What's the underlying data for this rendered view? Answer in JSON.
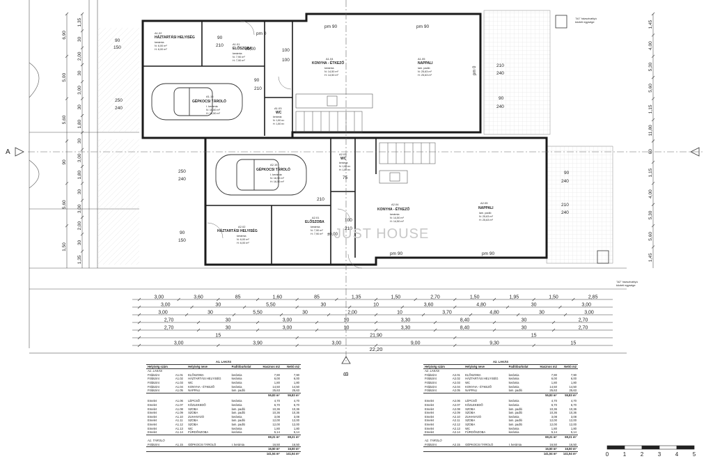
{
  "rooms": [
    {
      "id": "A1.01",
      "name": "ELŐSZOBA",
      "floor": "kerámia",
      "n": "N: 7,90 m²",
      "h": "H: 7,90 m²"
    },
    {
      "id": "A1.02",
      "name": "HÁZTARTÁSI HELYISÉG",
      "floor": "kerámia",
      "n": "N: 6,00 m²",
      "h": "H: 6,00 m²"
    },
    {
      "id": "A1.03",
      "name": "WC",
      "floor": "kerámia",
      "n": "N: 1,80 m²",
      "h": "H: 1,80 m²"
    },
    {
      "id": "A1.04",
      "name": "KONYHA - ÉTKEZŐ",
      "floor": "kerámia",
      "n": "N: 14,50 m²",
      "h": "H: 14,50 m²"
    },
    {
      "id": "A1.05",
      "name": "NAPPALI",
      "floor": "lam. padló",
      "n": "N: 25,63 m²",
      "h": "H: 25,63 m²"
    },
    {
      "id": "A1.15",
      "name": "GÉPKOCSI TÁROLÓ",
      "floor": "I. kerámia",
      "n": "N: 16,50 m²",
      "h": "H: 16,50 m²"
    },
    {
      "id": "A2.01",
      "name": "ELŐSZOBA",
      "floor": "kerámia",
      "n": "N: 7,90 m²",
      "h": "H: 7,90 m²"
    },
    {
      "id": "A2.02",
      "name": "HÁZTARTÁSI HELYISÉG",
      "floor": "kerámia",
      "n": "N: 6,00 m²",
      "h": "H: 6,00 m²"
    },
    {
      "id": "A2.03",
      "name": "WC",
      "floor": "kerámia",
      "n": "N: 1,80 m²",
      "h": "H: 1,80 m²"
    },
    {
      "id": "A2.04",
      "name": "KONYHA - ÉTKEZŐ",
      "floor": "kerámia",
      "n": "N: 14,50 m²",
      "h": "H: 14,50 m²"
    },
    {
      "id": "A2.05",
      "name": "NAPPALI",
      "floor": "lam. padló",
      "n": "N: 25,63 m²",
      "h": "H: 25,63 m²"
    },
    {
      "id": "A2.15",
      "name": "GÉPKOCSI TÁROLÓ",
      "floor": "I. kerámia",
      "n": "N: 16,50 m²",
      "h": "H: 16,50 m²"
    }
  ],
  "labels": {
    "pm0": "pm 0",
    "pm90": "pm 90",
    "pm0v": "pm 0",
    "lvl0": "±0,00",
    "lvl0b": "±0,00",
    "meter_a1": "\"A1\" házszivattyú\nközleti egysége",
    "meter_a2": "\"A2\" házszivattyú\nközleti egysége",
    "section_a": "A",
    "section_b": "B",
    "watermark": "JUST HOUSE"
  },
  "openings": {
    "a": "90",
    "b": "150",
    "c": "250",
    "d": "240",
    "e": "210",
    "f": "90",
    "g": "240",
    "h": "210",
    "i": "75",
    "j": "100",
    "k": "210",
    "l": "90",
    "m": "210",
    "n": "100"
  },
  "dims": {
    "row1": [
      "3,00",
      "3,60",
      "85",
      "1,60",
      "85",
      "1,35",
      "1,50",
      "2,70",
      "1,50",
      "1,95",
      "1,50",
      "2,85"
    ],
    "row2": [
      "3,00",
      "30",
      "5,50",
      "30",
      "10",
      "3,60",
      "4,80",
      "30",
      "3,00"
    ],
    "row3": [
      "3,00",
      "30",
      "5,50",
      "30",
      "2,00",
      "10",
      "3,70",
      "4,80",
      "30",
      "3,00"
    ],
    "row4": [
      "2,70",
      "30",
      "3,00",
      "10",
      "3,30",
      "8,40",
      "30",
      "2,70"
    ],
    "row5": [
      "2,70",
      "30",
      "3,00",
      "10",
      "3,30",
      "8,40",
      "30",
      "2,70"
    ],
    "row6": [
      "15",
      "21,90",
      "15"
    ],
    "row7": [
      "3,00",
      "3,90",
      "3,00",
      "9,00",
      "9,30",
      "15"
    ],
    "total": "22,20",
    "left_col": [
      "1,35",
      "30",
      "2,00",
      "30",
      "3,00",
      "30",
      "1,80",
      "30",
      "3,00",
      "1,80",
      "30",
      "3,00",
      "2,00",
      "30",
      "1,35"
    ],
    "left_col2": [
      "6,90",
      "5,00",
      "5,60",
      "90",
      "5,60",
      "1,50"
    ],
    "right_col": [
      "1,45",
      "4,00",
      "5,30",
      "5,60",
      "1,15",
      "11,80",
      "60",
      "1,15",
      "4,00",
      "5,30",
      "5,60",
      "1,45"
    ]
  },
  "tables": [
    {
      "title": "A1. LAKÁS",
      "headers": [
        "Helyiség neve",
        "Padlóburkolat",
        "Hasznos m2",
        "Nettó m2"
      ],
      "col0": "Helyiség szám",
      "section1": "A1. LAKÁS",
      "rows1": [
        [
          "Földszint",
          "A1.01",
          "ELŐSZOBA",
          "kerámia",
          "7,90",
          "7,90"
        ],
        [
          "Földszint",
          "A1.02",
          "HÁZTARTÁSI HELYISÉG",
          "kerámia",
          "6,00",
          "6,00"
        ],
        [
          "Földszint",
          "A1.03",
          "WC",
          "kerámia",
          "1,80",
          "1,80"
        ],
        [
          "Földszint",
          "A1.04",
          "KONYHA - ÉTKEZŐ",
          "kerámia",
          "14,50",
          "14,50"
        ],
        [
          "Földszint",
          "A1.05",
          "NAPPALI",
          "lam. padló",
          "25,63",
          "25,63"
        ]
      ],
      "sum1": [
        "55,83 m²",
        "55,83 m²"
      ],
      "rows2": [
        [
          "Emelet",
          "A1.06",
          "LÉPCSŐ",
          "kerámia",
          "4,70",
          "4,70"
        ],
        [
          "Emelet",
          "A1.07",
          "KÖZLEKEDŐ",
          "kerámia",
          "6,70",
          "6,70"
        ],
        [
          "Emelet",
          "A1.08",
          "SZOBA",
          "lam. padló",
          "10,36",
          "10,36"
        ],
        [
          "Emelet",
          "A1.09",
          "SZOBA",
          "lam. padló",
          "10,36",
          "10,36"
        ],
        [
          "Emelet",
          "A1.10",
          "ZUHANYZÓ",
          "kerámia",
          "3,08",
          "3,08"
        ],
        [
          "Emelet",
          "A1.11",
          "SZOBA",
          "lam. padló",
          "12,00",
          "12,00"
        ],
        [
          "Emelet",
          "A1.12",
          "SZOBA",
          "lam. padló",
          "12,00",
          "12,00"
        ],
        [
          "Emelet",
          "A1.13",
          "WC",
          "kerámia",
          "1,80",
          "1,80"
        ],
        [
          "Emelet",
          "A1.14",
          "FÜRDŐSZOBA",
          "kerámia",
          "5,14",
          "5,14"
        ]
      ],
      "sum2": [
        "69,21 m²",
        "69,21 m²"
      ],
      "section3": "A1. TÁROLÓ",
      "rows3": [
        [
          "Földszint",
          "A1.15",
          "GÉPKOCSI TÁROLÓ",
          "I. kerámia",
          "16,50",
          "16,50"
        ]
      ],
      "sum3": [
        "16,50 m²",
        "16,50 m²"
      ],
      "total": [
        "141,54 m²",
        "141,54 m²"
      ]
    },
    {
      "title": "A2. LAKÁS",
      "headers": [
        "Helyiség neve",
        "Padlóburkolat",
        "Hasznos m2",
        "Nettó m2"
      ],
      "col0": "Helyiség szám",
      "section1": "A2. LAKÁS",
      "rows1": [
        [
          "Földszint",
          "A2.01",
          "ELŐSZOBA",
          "kerámia",
          "7,90",
          "7,90"
        ],
        [
          "Földszint",
          "A2.02",
          "HÁZTARTÁSI HELYISÉG",
          "kerámia",
          "6,00",
          "6,00"
        ],
        [
          "Földszint",
          "A2.03",
          "WC",
          "kerámia",
          "1,80",
          "1,80"
        ],
        [
          "Földszint",
          "A2.04",
          "KONYHA - ÉTKEZŐ",
          "kerámia",
          "14,50",
          "14,50"
        ],
        [
          "Földszint",
          "A2.05",
          "NAPPALI",
          "lam. padló",
          "25,63",
          "25,63"
        ]
      ],
      "sum1": [
        "55,83 m²",
        "55,83 m²"
      ],
      "rows2": [
        [
          "Emelet",
          "A2.06",
          "LÉPCSŐ",
          "kerámia",
          "4,70",
          "4,70"
        ],
        [
          "Emelet",
          "A2.07",
          "KÖZLEKEDŐ",
          "kerámia",
          "6,70",
          "6,70"
        ],
        [
          "Emelet",
          "A2.08",
          "SZOBA",
          "lam. padló",
          "10,36",
          "10,36"
        ],
        [
          "Emelet",
          "A2.09",
          "SZOBA",
          "lam. padló",
          "10,36",
          "10,36"
        ],
        [
          "Emelet",
          "A2.10",
          "ZUHANYZÓ",
          "kerámia",
          "3,08",
          "3,08"
        ],
        [
          "Emelet",
          "A2.11",
          "SZOBA",
          "lam. padló",
          "12,00",
          "12,00"
        ],
        [
          "Emelet",
          "A2.12",
          "SZOBA",
          "lam. padló",
          "12,00",
          "12,00"
        ],
        [
          "Emelet",
          "A2.13",
          "WC",
          "kerámia",
          "1,80",
          "1,80"
        ],
        [
          "Emelet",
          "A2.14",
          "FÜRDŐSZOBA",
          "kerámia",
          "5,14",
          "5,14"
        ]
      ],
      "sum2": [
        "69,21 m²",
        "69,21 m²"
      ],
      "section3": "A2. TÁROLÓ",
      "rows3": [
        [
          "Földszint",
          "A2.15",
          "GÉPKOCSI TÁROLÓ",
          "I. kerámia",
          "16,50",
          "16,50"
        ]
      ],
      "sum3": [
        "16,50 m²",
        "16,50 m²"
      ],
      "total": [
        "141,54 m²",
        "141,54 m²"
      ]
    }
  ],
  "scale": [
    "0",
    "1",
    "2",
    "3",
    "4",
    "5"
  ],
  "colors": {
    "ink": "#222222",
    "wall": "#1a1a1a",
    "light": "#9a9a9a",
    "hatch": "#bbbbbb"
  }
}
